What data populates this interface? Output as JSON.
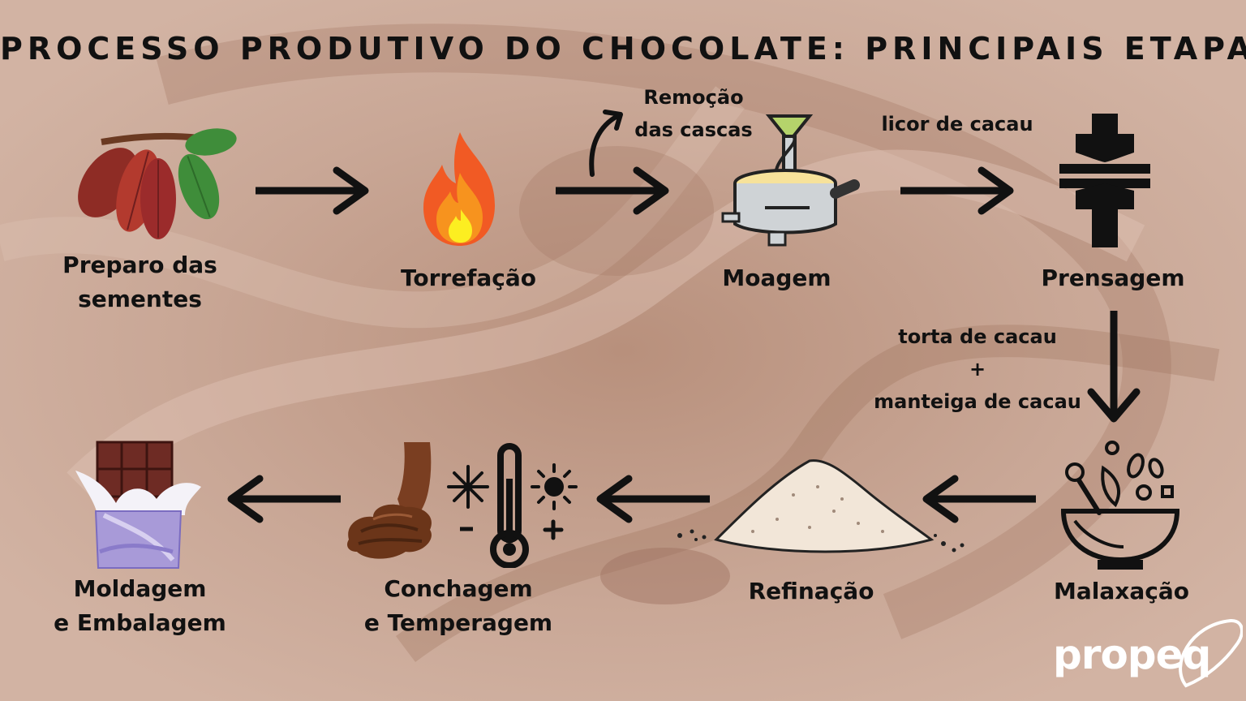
{
  "title": "PROCESSO PRODUTIVO DO CHOCOLATE: PRINCIPAIS ETAPAS",
  "steps": [
    {
      "line1": "Preparo das",
      "line2": "sementes"
    },
    {
      "line1": "Torrefação"
    },
    {
      "line1": "Moagem"
    },
    {
      "line1": "Prensagem"
    },
    {
      "line1": "Malaxação"
    },
    {
      "line1": "Refinação"
    },
    {
      "line1": "Conchagem",
      "line2": "e Temperagem"
    },
    {
      "line1": "Moldagem",
      "line2": "e Embalagem"
    }
  ],
  "notes": {
    "removal_line1": "Remoção",
    "removal_line2": "das cascas",
    "liquor": "licor de cacau",
    "cake": "torta de cacau",
    "plus": "+",
    "butter": "manteiga de cacau"
  },
  "icons": [
    "cacao-pod-icon",
    "fire-icon",
    "grinder-icon",
    "press-icon",
    "mixing-bowl-icon",
    "powder-pile-icon",
    "temperature-icon",
    "melted-chocolate-icon",
    "chocolate-bar-icon"
  ],
  "brand": {
    "name": "propeq"
  },
  "colors": {
    "background": "#c8a493",
    "text": "#111111",
    "cacao": "#9b2b2b",
    "flame": "#f15a24"
  }
}
